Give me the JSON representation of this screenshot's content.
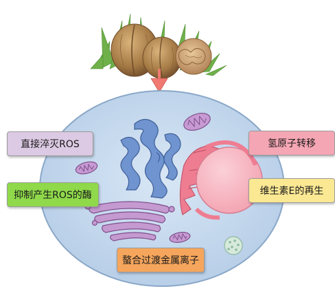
{
  "labels": {
    "quench_ros": "直接淬灭ROS",
    "inhibit_enzyme": "抑制产生ROS的酶",
    "chelate_metal": "螯合过渡金属离子",
    "hydrogen_transfer": "氢原子转移",
    "vitamin_e_regen": "维生素E的再生"
  },
  "colors": {
    "cell": "#c9dcef",
    "arrow": "#f07a72",
    "quench_box": "#dcc9e3",
    "inhibit_box": "#8fd94a",
    "chelate_box": "#f5a65c",
    "hydrogen_box": "#f5a6b4",
    "vitamin_box": "#fbe893",
    "golgi": "#b07ab8",
    "er_blue": "#5f86c4",
    "nucleus": "#f7a6b4",
    "mitochondria": "#a87ab5"
  },
  "icons": [
    "walnut-icon",
    "grass-icon",
    "arrow-down-icon",
    "cell-icon",
    "endoplasmic-reticulum-icon",
    "golgi-icon",
    "nucleus-icon",
    "mitochondrion-icon",
    "vesicle-icon"
  ]
}
